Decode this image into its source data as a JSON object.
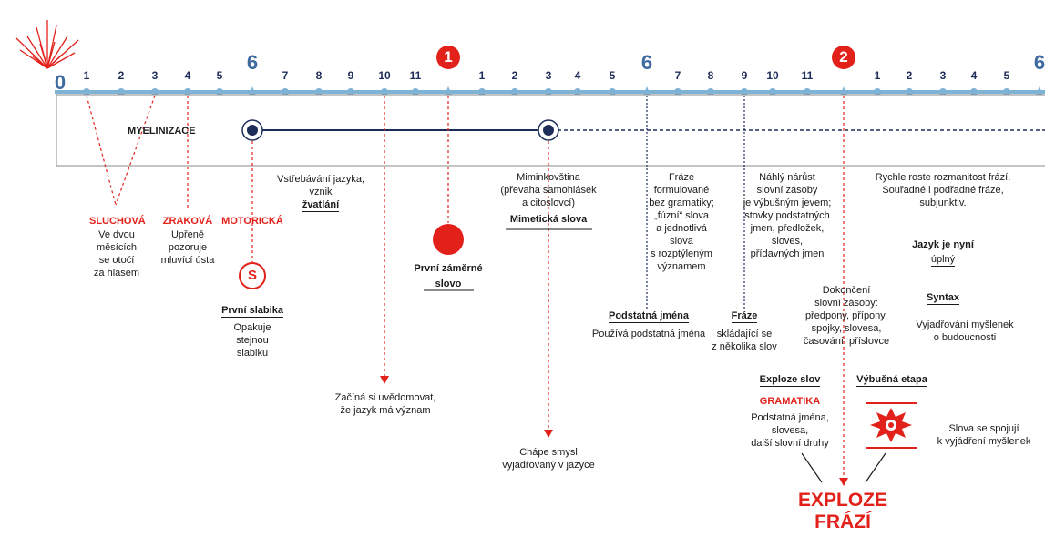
{
  "timeline": {
    "zero": "0",
    "ticks": [
      "1",
      "2",
      "3",
      "4",
      "5",
      "6",
      "7",
      "8",
      "9",
      "10",
      "11",
      "1",
      "2",
      "3",
      "4",
      "5",
      "6",
      "7",
      "8",
      "9",
      "10",
      "11",
      "2",
      "1",
      "2",
      "3",
      "4",
      "5",
      "6"
    ],
    "badge_year1": "1",
    "badge_year2": "2"
  },
  "colors": {
    "accent_red": "#e3211b",
    "timeline_blue": "#7fb3d6",
    "navy": "#1e2c5a"
  },
  "band": {
    "label": "MYELINIZACE"
  },
  "notes": {
    "sluchova_title": "SLUCHOVÁ",
    "sluchova_l1": "Ve dvou",
    "sluchova_l2": "měsících",
    "sluchova_l3": "se otočí",
    "sluchova_l4": "za hlasem",
    "zrakova_title": "ZRAKOVÁ",
    "zrakova_l1": "Upřeně",
    "zrakova_l2": "pozoruje",
    "zrakova_l3": "mluvící ústa",
    "motoricka_title": "MOTORICKÁ",
    "s_symbol": "S",
    "slabika_title": "První slabika",
    "slabika_l1": "Opakuje",
    "slabika_l2": "stejnou",
    "slabika_l3": "slabiku",
    "vstrebavani_l1": "Vstřebávání jazyka;",
    "vstrebavani_l2": "vznik",
    "vstrebavani_l3": "žvatlání",
    "vyznam_l1": "Začíná si uvědomovat,",
    "vyznam_l2": "že jazyk má význam",
    "prvni_slovo_l1": "První záměrné",
    "prvni_slovo_l2": "slovo",
    "mimin_l1": "Miminkovština",
    "mimin_l2": "(převaha samohlásek",
    "mimin_l3": "a citoslovcí)",
    "mimin_l4": "Mimetická slova",
    "chape_l1": "Chápe smysl",
    "chape_l2": "vyjadřovaný v jazyce",
    "fraze_l1": "Fráze",
    "fraze_l2": "formulované",
    "fraze_l3": "bez gramatiky;",
    "fraze_l4": "„fúzní“ slova",
    "fraze_l5": "a jednotlivá",
    "fraze_l6": "slova",
    "fraze_l7": "s rozptýleným",
    "fraze_l8": "významem",
    "podst_title": "Podstatná jména",
    "podst_l1": "Používá podstatná jména",
    "narust_l1": "Náhlý nárůst",
    "narust_l2": "slovní zásoby",
    "narust_l3": "je výbušným jevem;",
    "narust_l4": "stovky podstatných",
    "narust_l5": "jmen, předložek,",
    "narust_l6": "sloves,",
    "narust_l7": "přídavných jmen",
    "fraze2_title": "Fráze",
    "fraze2_l1": "skládající se",
    "fraze2_l2": "z několika slov",
    "dokonceni_l1": "Dokončení",
    "dokonceni_l2": "slovní zásoby:",
    "dokonceni_l3": "předpony, přípony,",
    "dokonceni_l4": "spojky, slovesa,",
    "dokonceni_l5": "časování, příslovce",
    "rychle_l1": "Rychle roste rozmanitost frází.",
    "rychle_l2": "Souřadné i podřadné fráze,",
    "rychle_l3": "subjunktiv.",
    "jazyk_l1": "Jazyk je nyní",
    "jazyk_l2": "úplný",
    "syntax_title": "Syntax",
    "syntax_l1": "Vyjadřování myšlenek",
    "syntax_l2": "o budoucnosti",
    "exploze_slov": "Exploze slov",
    "gramatika": "GRAMATIKA",
    "gram_l1": "Podstatná jména,",
    "gram_l2": "slovesa,",
    "gram_l3": "další slovní druhy",
    "vybusna": "Výbušná etapa",
    "spojuji_l1": "Slova se spojují",
    "spojuji_l2": "k vyjádření myšlenek",
    "exploze_fraz": "EXPLOZE\nFRÁZÍ"
  }
}
